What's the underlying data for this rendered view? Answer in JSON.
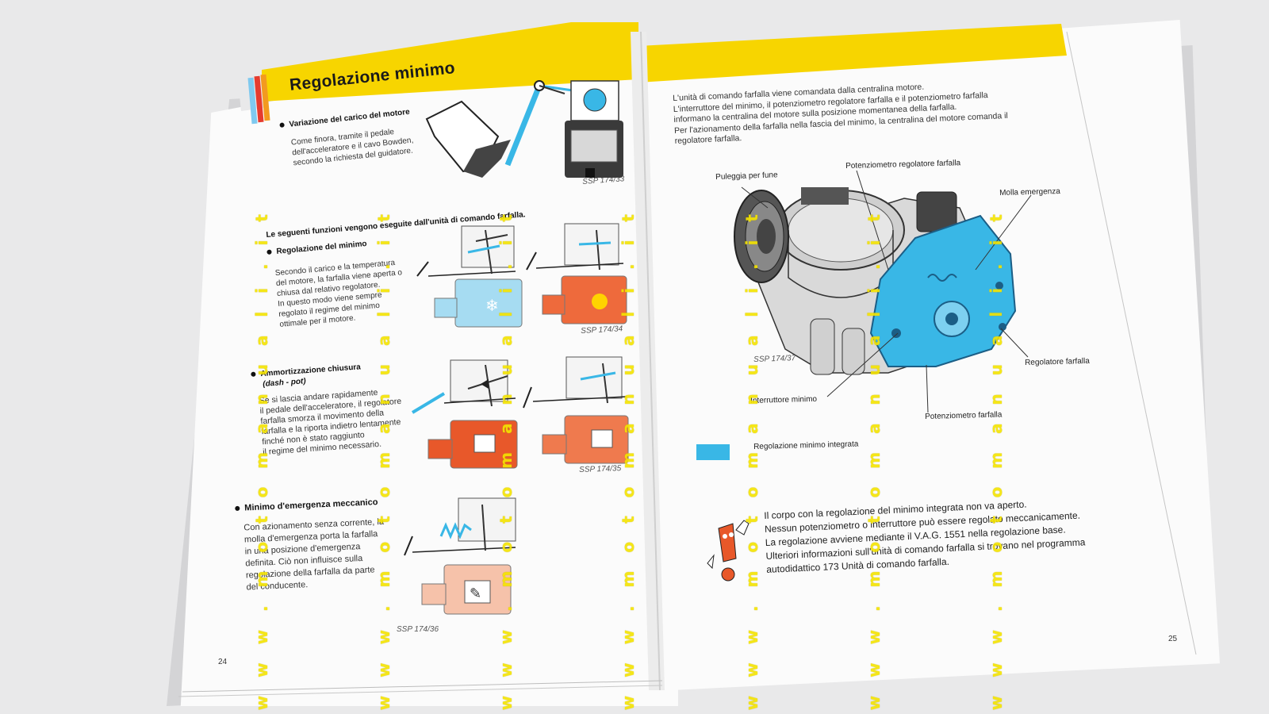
{
  "title": "Regolazione minimo",
  "colors": {
    "yellow": "#f7d500",
    "blue": "#39b7e6",
    "orange": "#e8582a",
    "watermark": "#f5e400"
  },
  "left_page": {
    "section1": {
      "heading": "Variazione del carico del motore",
      "lines": [
        "Come finora, tramite il pedale",
        "dell'acceleratore e il cavo Bowden,",
        "secondo la richiesta del guidatore."
      ]
    },
    "ssp_33": "SSP 174/33",
    "intro": "Le seguenti funzioni vengono eseguite dall'unità di comando farfalla.",
    "section2": {
      "heading": "Regolazione del minimo",
      "lines": [
        "Secondo il carico e la temperatura",
        "del motore, la farfalla viene aperta o",
        "chiusa dal relativo regolatore.",
        "In questo modo viene sempre",
        "regolato il regime del minimo",
        "ottimale per il motore."
      ]
    },
    "ssp_34": "SSP 174/34",
    "section3": {
      "heading": "Ammortizzazione chiusura",
      "heading2": "(dash - pot)",
      "lines": [
        "Se si lascia andare rapidamente",
        "il pedale dell'acceleratore, il regolatore",
        "farfalla smorza il movimento della",
        "farfalla e la riporta indietro lentamente",
        "finché non è stato raggiunto",
        "il regime del minimo necessario."
      ]
    },
    "ssp_35": "SSP 174/35",
    "section4": {
      "heading": "Minimo d'emergenza meccanico",
      "lines": [
        "Con azionamento senza corrente, la",
        "molla d'emergenza porta la farfalla",
        "in una posizione d'emergenza",
        "definita. Ciò non influisce sulla",
        "regolazione della farfalla da parte",
        "del conducente."
      ]
    },
    "ssp_36": "SSP 174/36",
    "page_number": "24"
  },
  "right_page": {
    "intro_lines": [
      "L'unità di comando farfalla viene comandata dalla centralina motore.",
      "L'interruttore del minimo, il potenziometro regolatore farfalla e il potenziometro farfalla",
      "informano la centralina del motore sulla posizione momentanea della farfalla.",
      "Per l'azionamento della farfalla nella fascia del minimo, la centralina del motore comanda il",
      "regolatore farfalla."
    ],
    "callouts": {
      "puleggia": "Puleggia per fune",
      "pot_regolatore": "Potenziometro regolatore farfalla",
      "molla": "Molla emergenza",
      "regolatore": "Regolatore farfalla",
      "interruttore": "Interruttore minimo",
      "pot_farfalla": "Potenziometro farfalla"
    },
    "ssp_37": "SSP 174/37",
    "legend": "Regolazione minimo integrata",
    "note_lines": [
      "Il corpo con la regolazione del minimo integrata non va aperto.",
      "Nessun potenziometro o interruttore può essere regolato meccanicamente.",
      "La regolazione avviene mediante il V.A.G. 1551 nella regolazione base.",
      "Ulteriori informazioni sull'unità di comando farfalla si trovano nel programma",
      "autodidattico 173 Unità di comando farfalla."
    ],
    "page_number": "25"
  },
  "watermark": "w w w . m o t o m a n u a l i . i t"
}
